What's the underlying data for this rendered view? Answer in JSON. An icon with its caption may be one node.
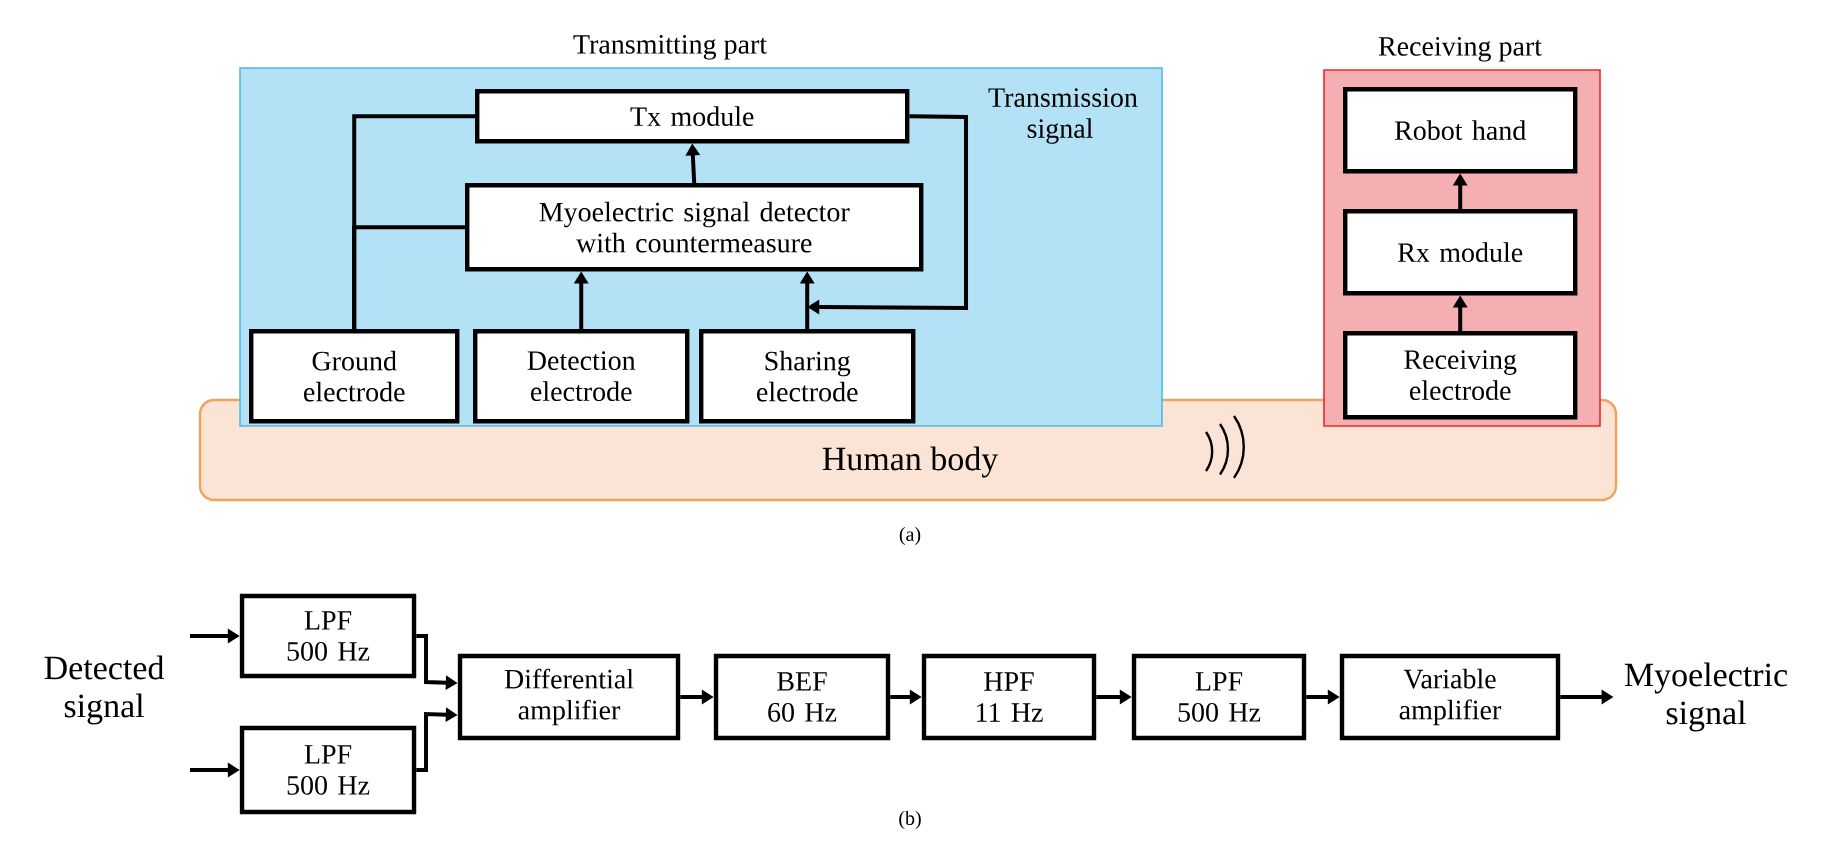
{
  "diagram": {
    "nodes": [
      {
        "text": [
          "Transmitting part"
        ]
      },
      {
        "text": [
          "Tx module"
        ],
        "in": 0
      },
      {
        "text": [
          "Myoelectric signal detector with countermeasure"
        ],
        "in": 0
      },
      {
        "text": [
          "Ground electrode"
        ],
        "in": 0
      },
      {
        "text": [
          "Detection electrode"
        ],
        "in": 0
      },
      {
        "text": [
          "Sharing electrode"
        ],
        "in": 0
      },
      {
        "text": [
          "Receiving part"
        ]
      },
      {
        "text": [
          "Robot hand"
        ],
        "in": 6
      },
      {
        "text": [
          "Rx module"
        ],
        "in": 6
      },
      {
        "text": [
          "Receiving electrode"
        ],
        "in": 6
      },
      {
        "text": [
          "Human body"
        ]
      },
      {
        "text": [
          "LPF 500 Hz"
        ]
      },
      {
        "text": [
          "LPF 500 Hz"
        ]
      },
      {
        "text": [
          "Differential amplifier"
        ]
      },
      {
        "text": [
          "BEF 60 Hz"
        ]
      },
      {
        "text": [
          "HPF 11 Hz"
        ]
      },
      {
        "text": [
          "LPF 500 Hz"
        ]
      },
      {
        "text": [
          "Variable amplifier"
        ]
      },
      {
        "text": [
          "Myoelectric signal"
        ]
      }
    ],
    "edges": [
      {
        "from": 3,
        "to": 1,
        "arrow": "none"
      },
      {
        "from": 3,
        "to": 2,
        "arrow": "none"
      },
      {
        "from": 2,
        "to": 1,
        "arrow": "to"
      },
      {
        "from": 4,
        "to": 2,
        "arrow": "to"
      },
      {
        "from": 5,
        "to": 2,
        "arrow": "to"
      },
      {
        "from": 1,
        "to": 5,
        "arrow": "to",
        "label": "Transmission signal"
      },
      {
        "from": 9,
        "to": 8,
        "arrow": "to"
      },
      {
        "from": 8,
        "to": 7,
        "arrow": "to"
      },
      {
        "from": null,
        "to": 11,
        "arrow": "to"
      },
      {
        "from": null,
        "to": 12,
        "arrow": "to"
      },
      {
        "from": 11,
        "to": 13,
        "arrow": "to"
      },
      {
        "from": 12,
        "to": 13,
        "arrow": "to"
      },
      {
        "from": 13,
        "to": 14,
        "arrow": "to"
      },
      {
        "from": 14,
        "to": 15,
        "arrow": "to"
      },
      {
        "from": 15,
        "to": 16,
        "arrow": "to"
      },
      {
        "from": 16,
        "to": 17,
        "arrow": "to"
      },
      {
        "from": 17,
        "to": 18,
        "arrow": "to"
      }
    ],
    "labels": [
      "(a)",
      "Detected signal",
      "(b)"
    ]
  }
}
